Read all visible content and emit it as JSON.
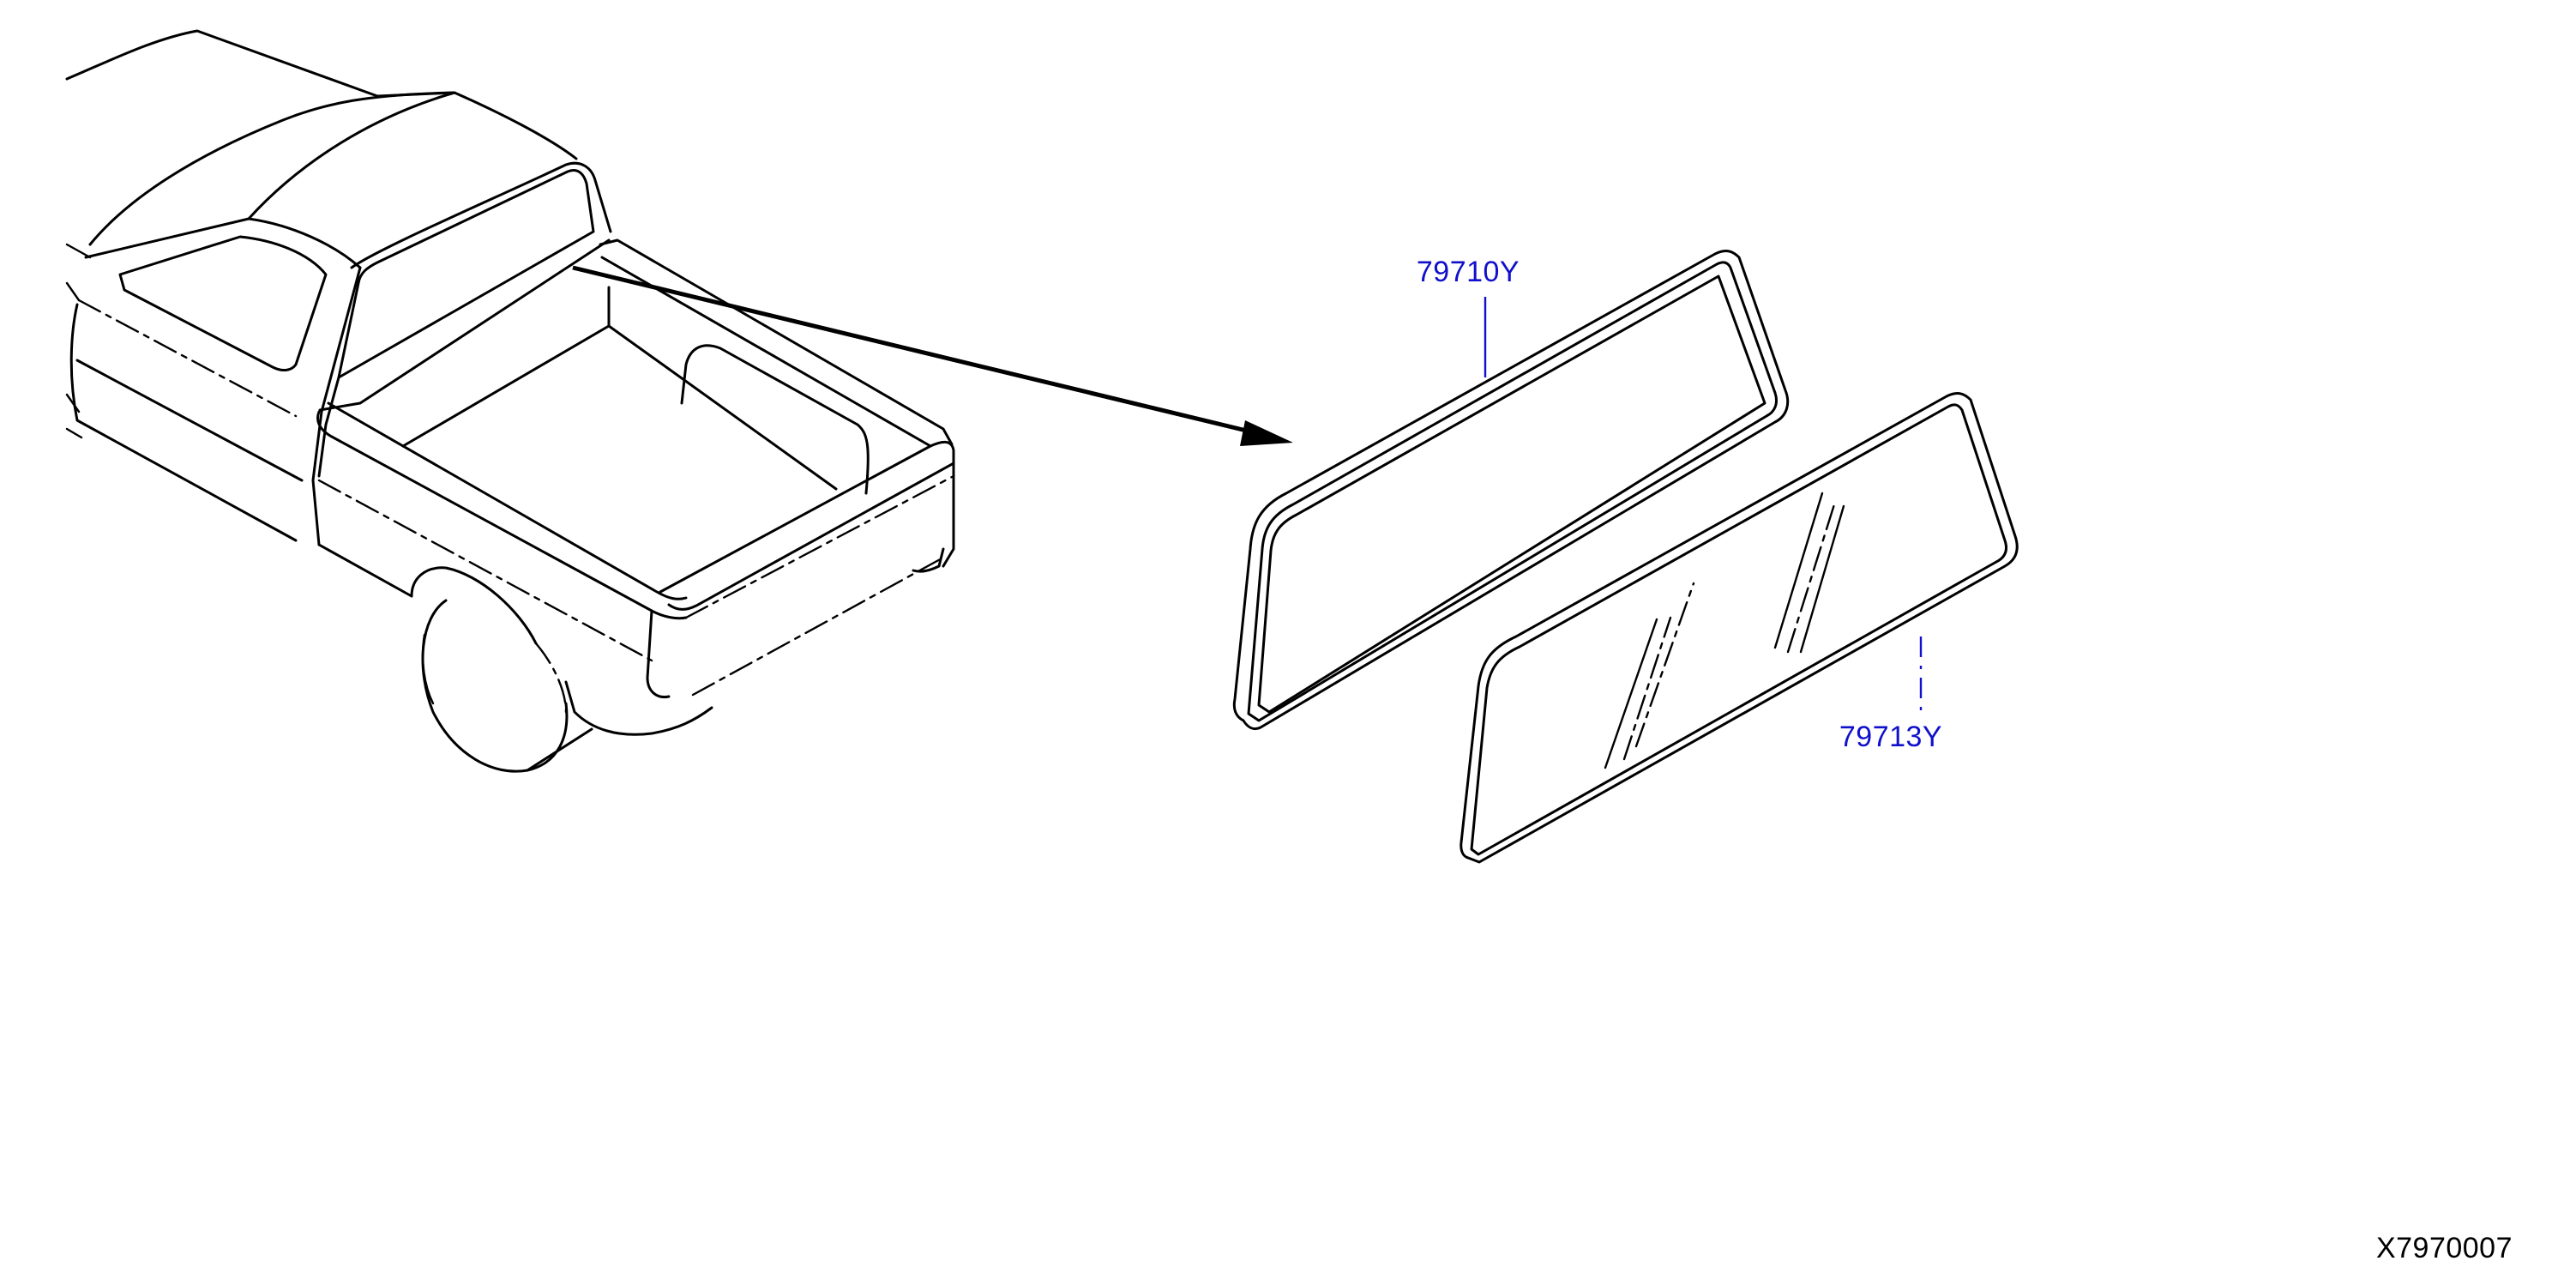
{
  "diagram": {
    "diagram_id": "X7970007",
    "label_color": "#1010cc",
    "line_color": "#000000",
    "background": "#ffffff",
    "parts": [
      {
        "part_number": "79710Y",
        "depicts": "rear window weatherstrip"
      },
      {
        "part_number": "79713Y",
        "depicts": "rear window glass"
      }
    ],
    "vehicle": {
      "icon": "pickup-truck-rear-view"
    }
  }
}
